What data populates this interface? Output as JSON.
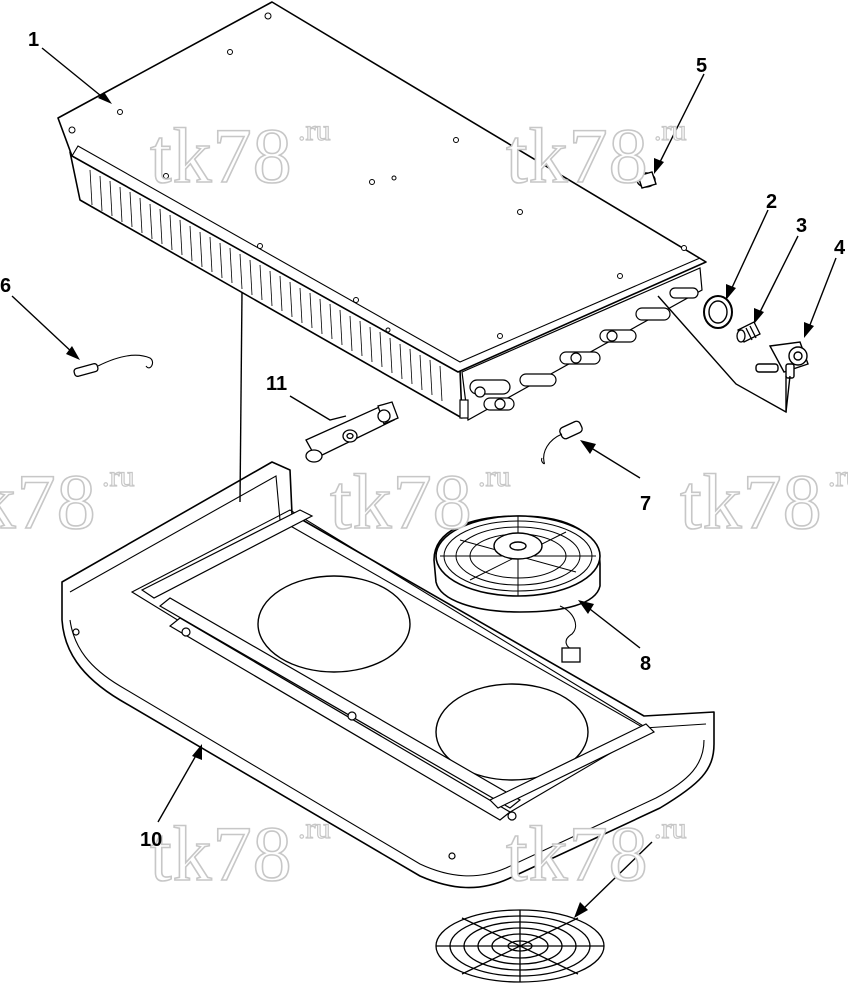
{
  "callouts": [
    {
      "id": "1",
      "label": "1"
    },
    {
      "id": "2",
      "label": "2"
    },
    {
      "id": "3",
      "label": "3"
    },
    {
      "id": "4",
      "label": "4"
    },
    {
      "id": "5",
      "label": "5"
    },
    {
      "id": "6",
      "label": "6"
    },
    {
      "id": "7",
      "label": "7"
    },
    {
      "id": "8",
      "label": "8"
    },
    {
      "id": "10",
      "label": "10"
    },
    {
      "id": "11",
      "label": "11"
    }
  ],
  "watermark": {
    "text": "tk78",
    "suffix": ".ru",
    "color": "#c7c7c7"
  },
  "colors": {
    "line": "#000000",
    "background": "#ffffff"
  }
}
